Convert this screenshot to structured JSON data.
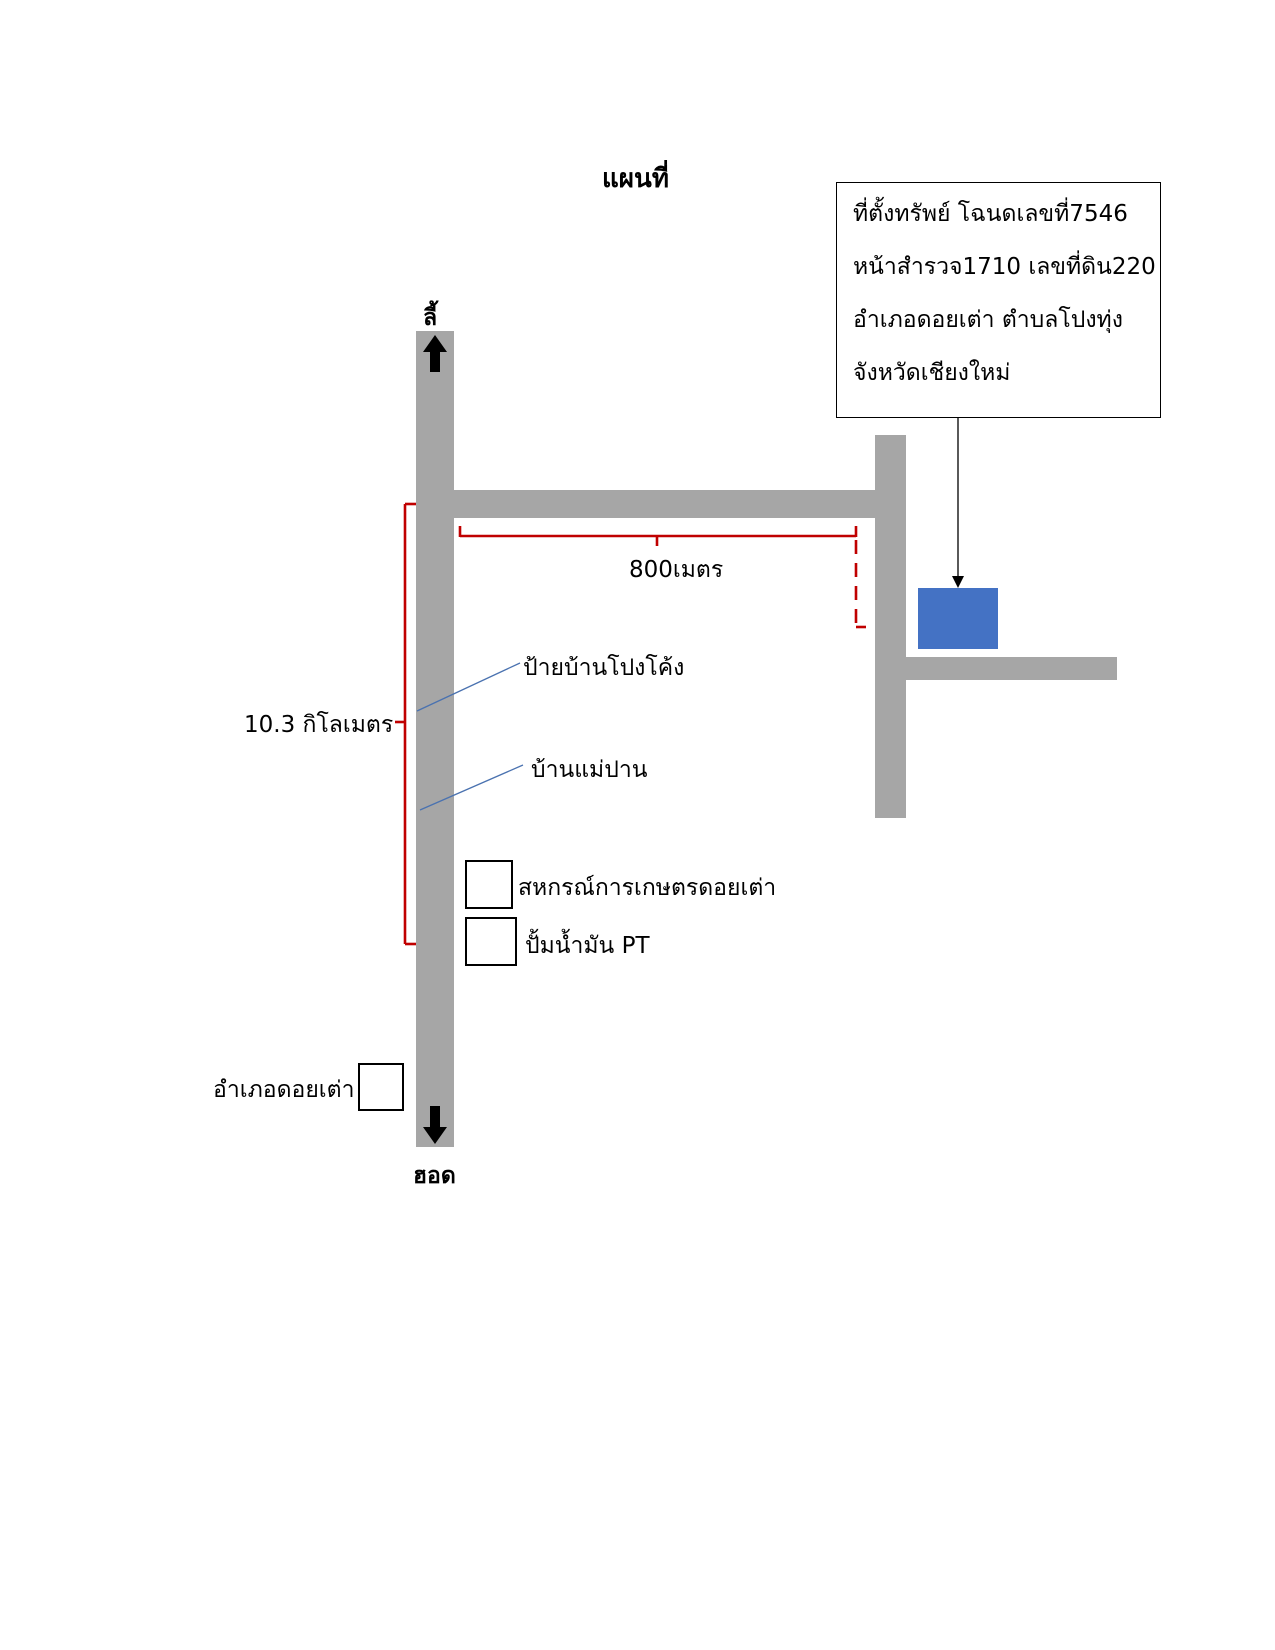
{
  "map": {
    "title": "แผนที่",
    "north_label": "ลี้",
    "south_label": "ฮอด",
    "info_box": {
      "lines": [
        "ที่ตั้งทรัพย์ โฉนดเลขที่7546",
        "หน้าสำรวจ1710 เลขที่ดิน220",
        "อำเภอดอยเต่า ตำบลโปงทุ่ง",
        "จังหวัดเชียงใหม่"
      ]
    },
    "distance_side_road": "800เมตร",
    "distance_main_road": "10.3 กิโลเมตร",
    "landmarks": {
      "sign": "ป้ายบ้านโปงโค้ง",
      "village": "บ้านแม่ปาน",
      "cooperative": "สหกรณ์การเกษตรดอยเต่า",
      "gas_station": "ปั้มน้ำมัน PT",
      "district": "อำเภอดอยเต่า"
    },
    "colors": {
      "road": "#a6a6a6",
      "property": "#4472c4",
      "dimension": "#c00000",
      "leader": "#4a72b0"
    }
  }
}
